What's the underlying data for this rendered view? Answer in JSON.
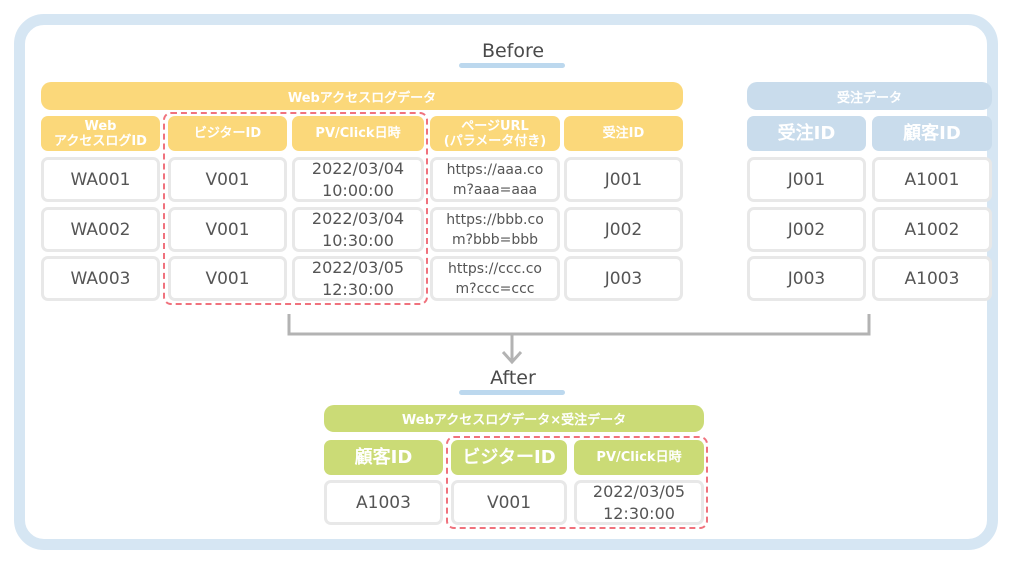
{
  "before": {
    "label": "Before",
    "web_table": {
      "title": "Webアクセスログデータ",
      "headers": [
        "Web\nアクセスログID",
        "ビジターID",
        "PV/Click日時",
        "ページURL\n(パラメータ付き)",
        "受注ID"
      ],
      "rows": [
        [
          "WA001",
          "V001",
          "2022/03/04 10:00:00",
          "https://aaa.com?aaa=aaa",
          "J001"
        ],
        [
          "WA002",
          "V001",
          "2022/03/04 10:30:00",
          "https://bbb.com?bbb=bbb",
          "J002"
        ],
        [
          "WA003",
          "V001",
          "2022/03/05 12:30:00",
          "https://ccc.com?ccc=ccc",
          "J003"
        ]
      ]
    },
    "order_table": {
      "title": "受注データ",
      "headers": [
        "受注ID",
        "顧客ID"
      ],
      "rows": [
        [
          "J001",
          "A1001"
        ],
        [
          "J002",
          "A1002"
        ],
        [
          "J003",
          "A1003"
        ]
      ]
    }
  },
  "after": {
    "label": "After",
    "joined_table": {
      "title": "Webアクセスログデータ×受注データ",
      "headers": [
        "顧客ID",
        "ビジターID",
        "PV/Click日時"
      ],
      "rows": [
        [
          "A1003",
          "V001",
          "2022/03/05 12:30:00"
        ]
      ]
    }
  },
  "colors": {
    "web_header": "#fbd87a",
    "order_header": "#c9dcec",
    "joined_header": "#cbdb76",
    "highlight_dash": "#f0727d",
    "frame": "#d6e6f3"
  }
}
